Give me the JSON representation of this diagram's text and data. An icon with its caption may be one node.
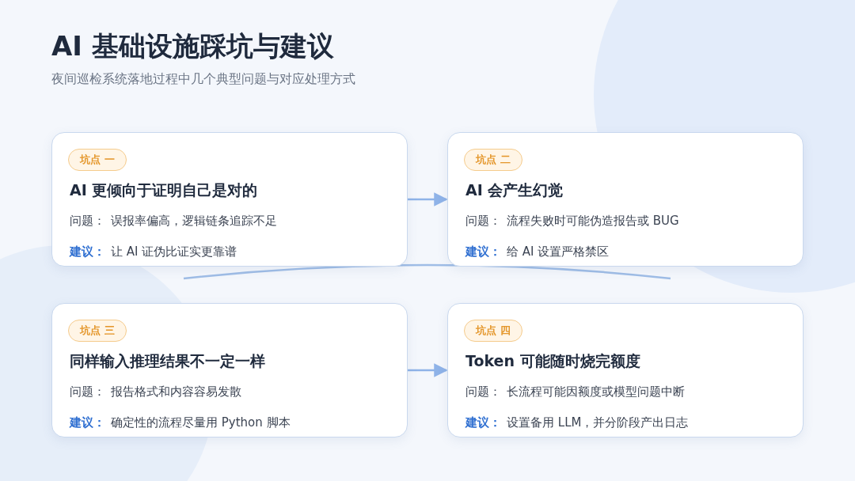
{
  "diagram": {
    "title": "AI 基础设施踩坑与建议",
    "caption": "夜间巡检系统落地过程中几个典型问题与对应处理方式",
    "nodes": [
      {
        "text": [
          "坑点 一",
          "AI 更倾向于证明自己是对的",
          "问题：",
          "误报率偏高，逻辑链条追踪不足",
          "建议：",
          "让 AI 证伪比证实更靠谱"
        ]
      },
      {
        "text": [
          "坑点 二",
          "AI 会产生幻觉",
          "问题：",
          "流程失败时可能伪造报告或 BUG",
          "建议：",
          "给 AI 设置严格禁区"
        ]
      },
      {
        "text": [
          "坑点 三",
          "同样输入推理结果不一定一样",
          "问题：",
          "报告格式和内容容易发散",
          "建议：",
          "确定性的流程尽量用 Python 脚本"
        ]
      },
      {
        "text": [
          "坑点 四",
          "Token 可能随时烧完额度",
          "问题：",
          "长流程可能因额度或模型问题中断",
          "建议：",
          "设置备用 LLM，并分阶段产出日志"
        ]
      }
    ],
    "edges": [
      {
        "from": 0,
        "to": 1,
        "arrow": "to"
      },
      {
        "from": 2,
        "to": 3,
        "arrow": "to"
      }
    ]
  }
}
